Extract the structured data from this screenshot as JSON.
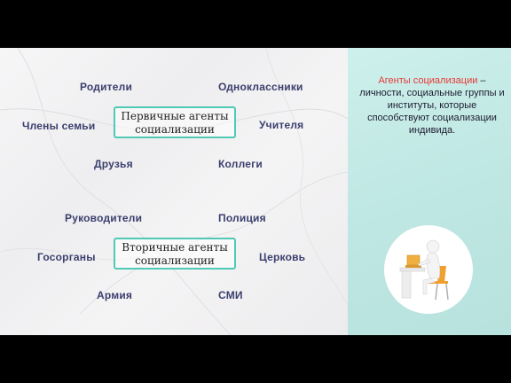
{
  "primary": {
    "box_line1": "Первичные агенты",
    "box_line2": "социализации",
    "items": [
      "Родители",
      "Одноклассники",
      "Члены семьи",
      "Учителя",
      "Друзья",
      "Коллеги"
    ]
  },
  "secondary": {
    "box_line1": "Вторичные агенты",
    "box_line2": "социализации",
    "items": [
      "Руководители",
      "Полиция",
      "Госорганы",
      "Церковь",
      "Армия",
      "СМИ"
    ]
  },
  "definition": {
    "term": "Агенты социализации",
    "text": " – личности, социальные группы и институты, которые способствуют социализации индивида."
  },
  "colors": {
    "accent_border": "#50c9b5",
    "label_text": "#3a3f6e",
    "term_red": "#e53935",
    "side_panel": "#bfe7e3"
  },
  "illustration": "person-at-desk-with-laptop"
}
